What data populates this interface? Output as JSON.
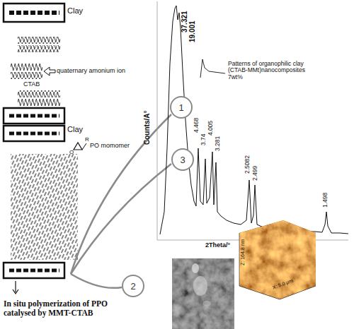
{
  "diagram": {
    "nodes": [
      {
        "text": [
          "1"
        ]
      },
      {
        "text": [
          "3"
        ]
      },
      {
        "text": [
          "2"
        ]
      }
    ],
    "labels": [
      "Clay",
      "quaternary amonium ion",
      "CTAB",
      "Clay",
      "O",
      "R",
      "PO momomer",
      "In situ polymerization of PPO catalysed by MMT-CTAB",
      "37.321",
      "19.001",
      "Patterns of organophilic clay (CTAB-MMt)nanocomposites 7wt%",
      "Counts/A°",
      "4.468",
      "3.74",
      "4.005",
      "3.281",
      "2.5082",
      "2.499",
      "1.498",
      "2Theta/°",
      "Z: 164.8 nm",
      "X: 5.0 µm"
    ]
  }
}
